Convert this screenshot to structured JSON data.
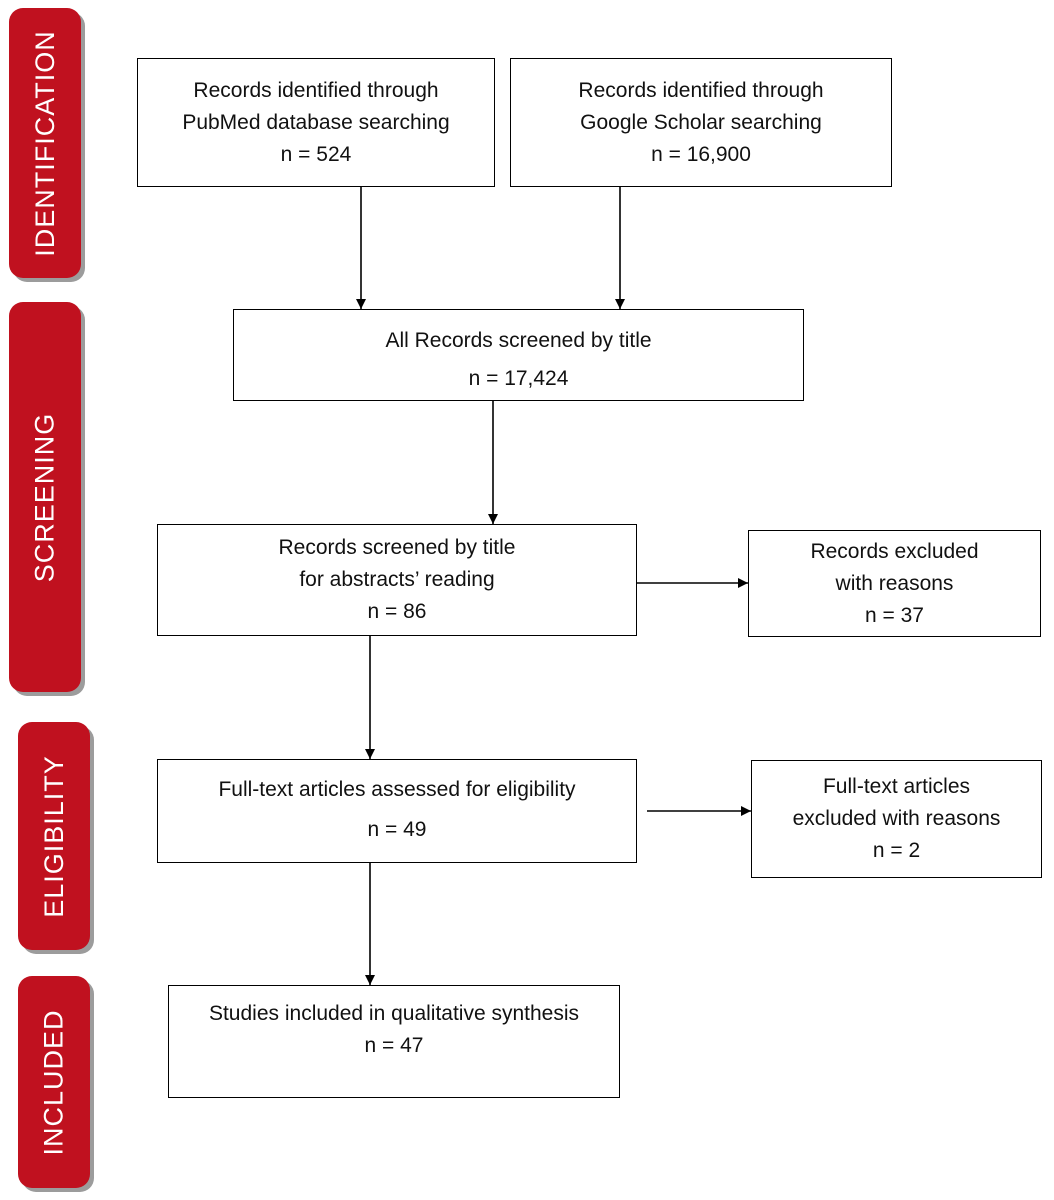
{
  "phases": {
    "identification": "IDENTIFICATION",
    "screening": "SCREENING",
    "eligibility": "ELIGIBILITY",
    "included": "INCLUDED"
  },
  "boxes": {
    "pubmed": {
      "lines": [
        "Records identified through",
        "PubMed database searching"
      ],
      "count": "n = 524"
    },
    "scholar": {
      "lines": [
        "Records identified through",
        "Google Scholar searching"
      ],
      "count": "n = 16,900"
    },
    "all_records": {
      "lines": [
        "All Records screened by title"
      ],
      "count": "n = 17,424"
    },
    "abstracts": {
      "lines": [
        "Records screened by title",
        "for abstracts’ reading"
      ],
      "count": "n = 86"
    },
    "excluded_abstracts": {
      "lines": [
        "Records excluded",
        "with reasons"
      ],
      "count": "n = 37"
    },
    "fulltext": {
      "lines": [
        "Full-text articles assessed for eligibility"
      ],
      "count": "n = 49"
    },
    "excluded_fulltext": {
      "lines": [
        "Full-text articles",
        "excluded with reasons"
      ],
      "count": "n = 2"
    },
    "included": {
      "lines": [
        "Studies included in qualitative synthesis"
      ],
      "count": "n = 47"
    }
  },
  "colors": {
    "phase_fill": "#c0111f",
    "phase_text": "#ffffff",
    "box_border": "#000000"
  }
}
